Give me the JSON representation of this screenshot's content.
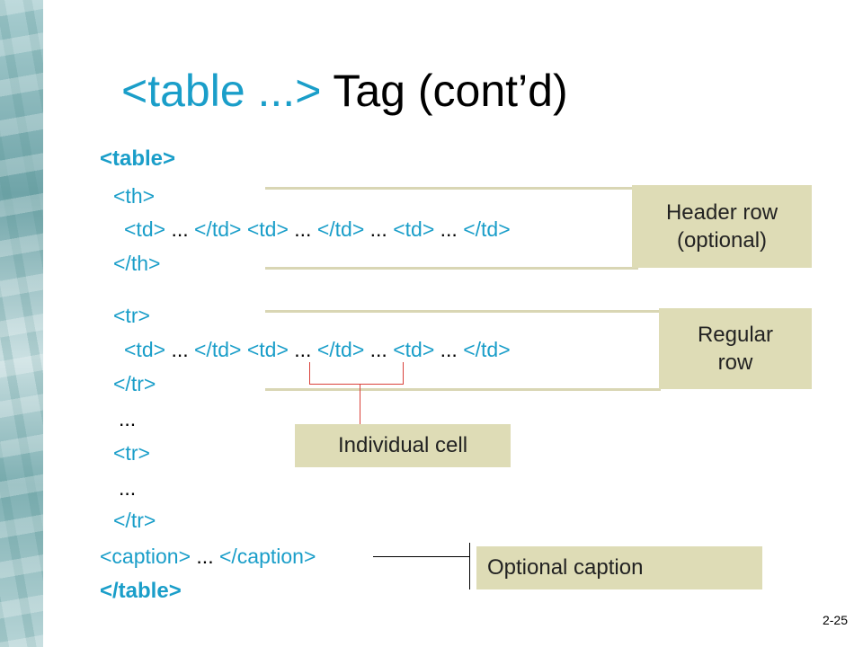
{
  "title": {
    "tag": "<table ...>",
    "rest": " Tag (cont’d)"
  },
  "code": {
    "table_open": "<table>",
    "th_open": "<th>",
    "td_open": "<td>",
    "td_close": "</td>",
    "ellipsis": "...",
    "th_close": "</th>",
    "tr_open": "<tr>",
    "tr_close": "</tr>",
    "caption_open": "<caption>",
    "caption_close": "</caption>",
    "table_close": "</table>"
  },
  "labels": {
    "header_row": "Header row\n(optional)",
    "regular_row": "Regular\nrow",
    "individual_cell": "Individual cell",
    "optional_caption": "Optional caption"
  },
  "page_number": "2-25",
  "colors": {
    "tag_blue": "#1a9ec9",
    "label_bg": "#dedcb6",
    "row_border": "#d9d6b4",
    "cell_pointer": "#d9413a"
  }
}
